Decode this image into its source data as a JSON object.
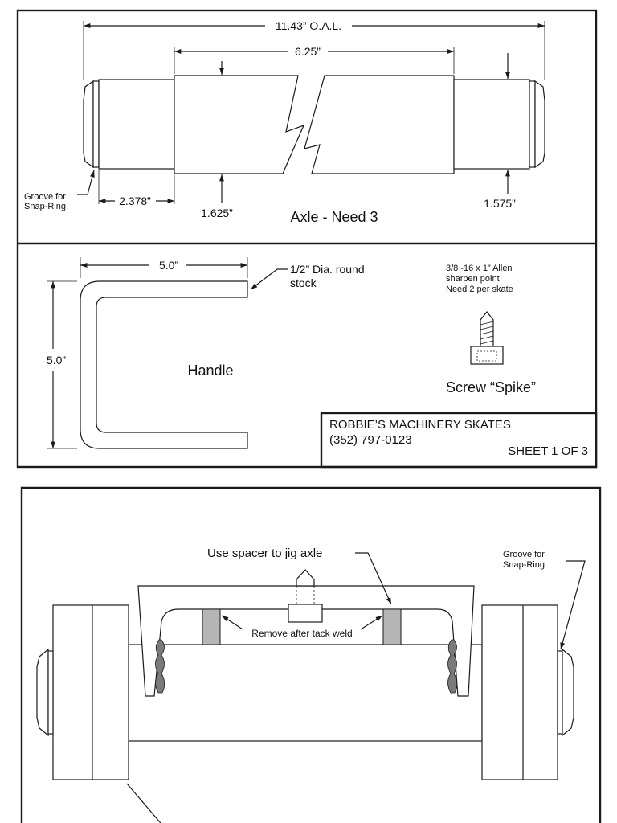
{
  "sheet1": {
    "axle": {
      "dim_oal": "11.43” O.A.L.",
      "dim_center": "6.25”",
      "dim_groove_offset": "2.378”",
      "dim_dia_center": "1.625”",
      "dim_dia_end": "1.575”",
      "groove_label_1": "Groove for",
      "groove_label_2": "Snap-Ring",
      "caption": "Axle  - Need 3"
    },
    "handle": {
      "dim_width": "5.0”",
      "dim_height": "5.0”",
      "stock_label_1": "1/2” Dia. round",
      "stock_label_2": "stock",
      "caption": "Handle"
    },
    "screw": {
      "note_1": "3/8 -16  x 1” Allen",
      "note_2": "sharpen point",
      "note_3": "Need 2 per skate",
      "caption": "Screw “Spike”"
    },
    "title_block": {
      "company": "ROBBIE’S MACHINERY SKATES",
      "phone": "(352) 797-0123",
      "sheet": "SHEET 1 OF 3"
    }
  },
  "sheet2": {
    "spacer_label": "Use spacer to jig axle",
    "remove_label": "Remove after tack weld",
    "groove_label_1": "Groove for",
    "groove_label_2": "Snap-Ring"
  }
}
